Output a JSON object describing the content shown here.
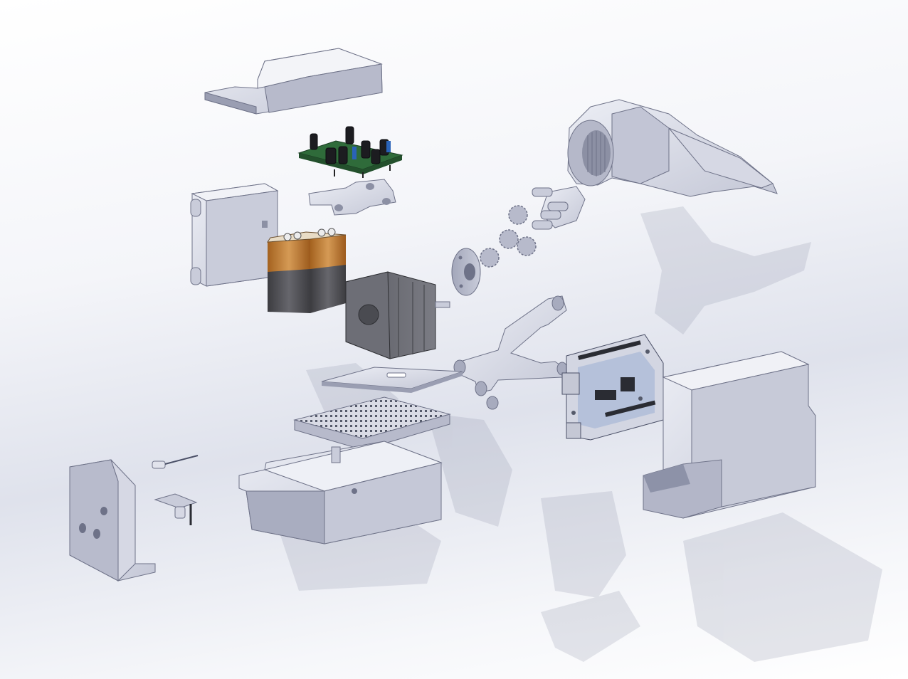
{
  "scene": {
    "background_top": "#ffffff",
    "background_mid": "#dde0ea",
    "part_light": "#d7d9e6",
    "part_mid": "#a9adc0",
    "part_dark": "#7d8197",
    "battery_copper": "#b8752f",
    "motor_dark": "#55565c",
    "pcb_green": "#2f6b3a",
    "board_blue": "#2a63b8"
  },
  "parts": [
    {
      "name": "top-cover-lid",
      "icon": "lid-icon"
    },
    {
      "name": "driver-pcb",
      "icon": "pcb-icon"
    },
    {
      "name": "pcb-bracket",
      "icon": "bracket-icon"
    },
    {
      "name": "motor-mount-arm",
      "icon": "arm-icon"
    },
    {
      "name": "planet-gear-carrier",
      "icon": "gear-icon"
    },
    {
      "name": "sun-gear-disk",
      "icon": "disk-icon"
    },
    {
      "name": "battery-holder",
      "icon": "holder-icon"
    },
    {
      "name": "battery-pack",
      "icon": "battery-icon"
    },
    {
      "name": "stepper-motor",
      "icon": "motor-icon"
    },
    {
      "name": "linkage-arm",
      "icon": "linkage-icon"
    },
    {
      "name": "spacer-plate",
      "icon": "plate-icon"
    },
    {
      "name": "breadboard",
      "icon": "breadboard-icon"
    },
    {
      "name": "microcontroller-board",
      "icon": "board-icon"
    },
    {
      "name": "rear-housing",
      "icon": "housing-icon"
    },
    {
      "name": "main-enclosure",
      "icon": "enclosure-icon"
    },
    {
      "name": "side-bracket",
      "icon": "side-bracket-icon"
    },
    {
      "name": "sensor-module",
      "icon": "sensor-icon"
    },
    {
      "name": "led-pin",
      "icon": "pin-icon"
    }
  ]
}
